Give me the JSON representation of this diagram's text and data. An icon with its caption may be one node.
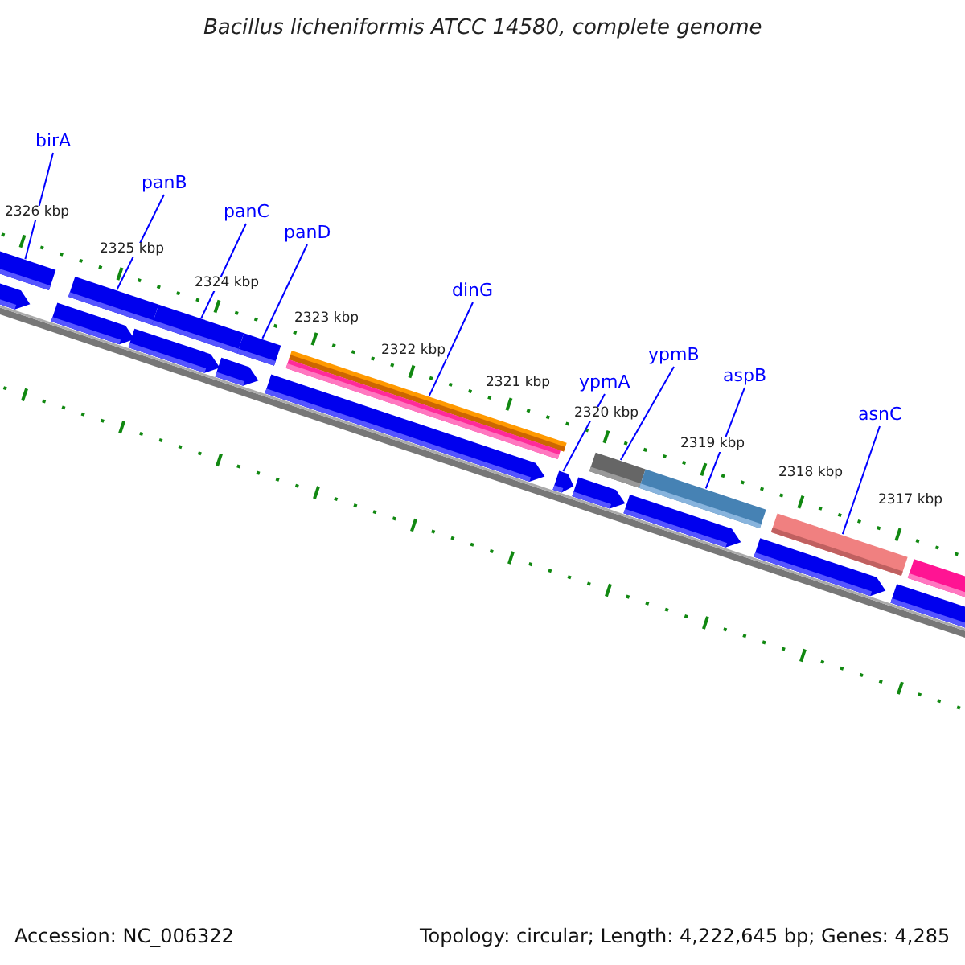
{
  "diagram": {
    "title": "Bacillus licheniformis ATCC 14580, complete genome",
    "nodes": [
      {
        "text": [
          "birA"
        ]
      },
      {
        "text": [
          "panB"
        ]
      },
      {
        "text": [
          "panC"
        ]
      },
      {
        "text": [
          "panD"
        ]
      },
      {
        "text": [
          "dinG"
        ]
      },
      {
        "text": [
          "ypmA"
        ]
      },
      {
        "text": [
          "ypmB"
        ]
      },
      {
        "text": [
          "aspB"
        ]
      },
      {
        "text": [
          "asnC"
        ]
      },
      {
        "text": [],
        "shape": "bar"
      },
      {
        "text": [],
        "shape": "bar"
      },
      {
        "text": [],
        "shape": "bar"
      },
      {
        "text": [],
        "shape": "bar"
      },
      {
        "text": [],
        "shape": "bar"
      },
      {
        "text": [],
        "shape": "arrow"
      },
      {
        "text": [],
        "shape": "bar"
      },
      {
        "text": [],
        "shape": "bar"
      },
      {
        "text": [],
        "shape": "bar"
      }
    ],
    "edges": [
      {
        "from": 0,
        "to": 9,
        "arrow": "none"
      },
      {
        "from": 1,
        "to": 10,
        "arrow": "none"
      },
      {
        "from": 2,
        "to": 11,
        "arrow": "none"
      },
      {
        "from": 3,
        "to": 12,
        "arrow": "none"
      },
      {
        "from": 4,
        "to": 13,
        "arrow": "none"
      },
      {
        "from": 5,
        "to": 14,
        "arrow": "none"
      },
      {
        "from": 6,
        "to": 15,
        "arrow": "none"
      },
      {
        "from": 7,
        "to": 16,
        "arrow": "none"
      },
      {
        "from": 8,
        "to": 17,
        "arrow": "none"
      }
    ],
    "labels": [
      "2326 kbp",
      "2325 kbp",
      "2324 kbp",
      "2323 kbp",
      "2322 kbp",
      "2321 kbp",
      "2320 kbp",
      "2319 kbp",
      "2318 kbp",
      "2317 kbp",
      "Accession: NC_006322",
      "Topology: circular; Length: 4,222,645 bp; Genes: 4,285"
    ]
  }
}
